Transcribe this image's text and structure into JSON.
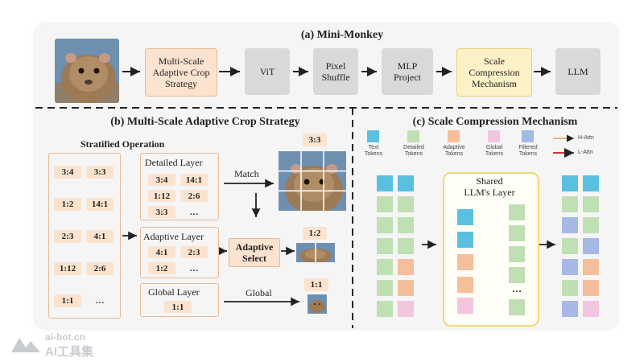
{
  "section_a": {
    "title": "(a) Mini-Monkey",
    "pipeline": [
      "Multi-Scale\nAdaptive Crop\nStrategy",
      "ViT",
      "Pixel\nShuffle",
      "MLP\nProject",
      "Scale\nCompression\nMechanism",
      "LLM"
    ]
  },
  "section_b": {
    "title": "(b) Multi-Scale Adaptive Crop Strategy",
    "stratified_label": "Stratified Operation",
    "left_ratios": [
      "3:4",
      "3:3",
      "1:2",
      "14:1",
      "2:3",
      "4:1",
      "1:12",
      "2:6",
      "1:1",
      "…"
    ],
    "detailed_layer": {
      "label": "Detailed Layer",
      "ratios": [
        "3:4",
        "14:1",
        "1:12",
        "2:6",
        "3:3",
        "…"
      ]
    },
    "adaptive_layer": {
      "label": "Adaptive Layer",
      "ratios": [
        "4:1",
        "2:3",
        "1:2",
        "…"
      ]
    },
    "global_layer": {
      "label": "Global Layer",
      "ratios": [
        "1:1"
      ]
    },
    "match_label": "Match",
    "global_label": "Global",
    "adaptive_select": "Adaptive\nSelect",
    "img_labels": [
      "3:3",
      "1:2",
      "1:1"
    ]
  },
  "section_c": {
    "title": "(c) Scale Compression Mechanism",
    "legend": [
      {
        "label": "Text\nTokens",
        "color": "#5bc0e0"
      },
      {
        "label": "Detailed\nTokens",
        "color": "#bfe0b2"
      },
      {
        "label": "Adaptive\nTokens",
        "color": "#f6bf9c"
      },
      {
        "label": "Global\nTokens",
        "color": "#f2c6e0"
      },
      {
        "label": "Filtered\nTokens",
        "color": "#a6b8e6"
      }
    ],
    "h_attn": "H-Attn",
    "l_attn": "L-Attn",
    "shared_layer": "Shared\nLLM's Layer",
    "dots": "…"
  },
  "watermark": {
    "line1": "ai-bot.cn",
    "line2": "AI工具集"
  }
}
